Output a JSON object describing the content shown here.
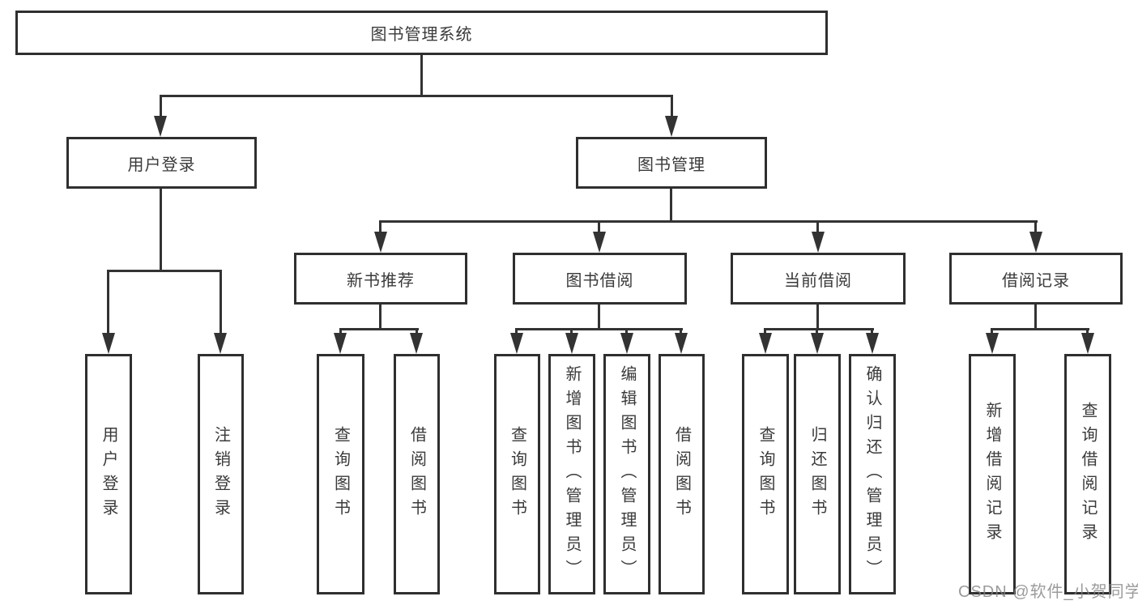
{
  "diagram_title": "图书管理系统",
  "tree": {
    "label": "图书管理系统",
    "children": [
      {
        "label": "用户登录",
        "children": [
          {
            "label": "用户登录"
          },
          {
            "label": "注销登录"
          }
        ]
      },
      {
        "label": "图书管理",
        "children": [
          {
            "label": "新书推荐",
            "children": [
              {
                "label": "查询图书"
              },
              {
                "label": "借阅图书"
              }
            ]
          },
          {
            "label": "图书借阅",
            "children": [
              {
                "label": "查询图书"
              },
              {
                "label": "新增图书（管理员）"
              },
              {
                "label": "编辑图书（管理员）"
              },
              {
                "label": "借阅图书"
              }
            ]
          },
          {
            "label": "当前借阅",
            "children": [
              {
                "label": "查询图书"
              },
              {
                "label": "归还图书"
              },
              {
                "label": "确认归还（管理员）"
              }
            ]
          },
          {
            "label": "借阅记录",
            "children": [
              {
                "label": "新增借阅记录"
              },
              {
                "label": "查询借阅记录"
              }
            ]
          }
        ]
      }
    ]
  },
  "watermark": {
    "text": "CSDN @软件_小贺同学"
  },
  "colors": {
    "background": "#ffffff",
    "box_border": "#2f2f2f",
    "connector_line": "#333333",
    "text": "#3a3a3a",
    "watermark_text": "#828282"
  }
}
